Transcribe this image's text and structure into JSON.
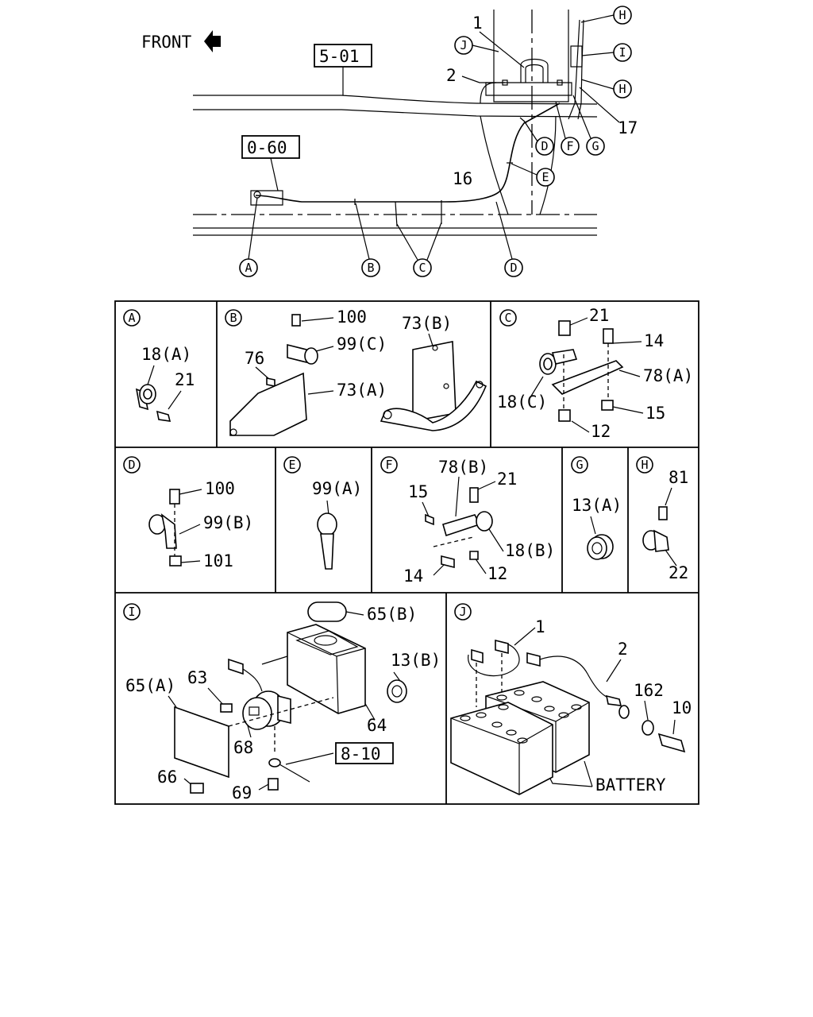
{
  "overview": {
    "front_label": "FRONT",
    "ref_boxes": [
      "5-01",
      "0-60"
    ],
    "part_labels": [
      "1",
      "2",
      "16",
      "17"
    ],
    "circle_labels": [
      "H",
      "I",
      "H",
      "J",
      "D",
      "F",
      "G",
      "E",
      "A",
      "B",
      "C",
      "D"
    ]
  },
  "details": {
    "A": {
      "letter": "A",
      "labels": [
        "18(A)",
        "21"
      ]
    },
    "B": {
      "letter": "B",
      "labels": [
        "100",
        "99(C)",
        "76",
        "73(A)",
        "73(B)"
      ]
    },
    "C": {
      "letter": "C",
      "labels": [
        "21",
        "14",
        "78(A)",
        "18(C)",
        "15",
        "12"
      ]
    },
    "D": {
      "letter": "D",
      "labels": [
        "100",
        "99(B)",
        "101"
      ]
    },
    "E": {
      "letter": "E",
      "labels": [
        "99(A)"
      ]
    },
    "F": {
      "letter": "F",
      "labels": [
        "78(B)",
        "21",
        "15",
        "18(B)",
        "14",
        "12"
      ]
    },
    "G": {
      "letter": "G",
      "labels": [
        "13(A)"
      ]
    },
    "H": {
      "letter": "H",
      "labels": [
        "81",
        "22"
      ]
    },
    "I": {
      "letter": "I",
      "labels": [
        "65(B)",
        "13(B)",
        "63",
        "65(A)",
        "68",
        "64",
        "66",
        "69"
      ],
      "ref_box": "8-10"
    },
    "J": {
      "letter": "J",
      "labels": [
        "1",
        "2",
        "162",
        "10",
        "BATTERY"
      ]
    }
  }
}
